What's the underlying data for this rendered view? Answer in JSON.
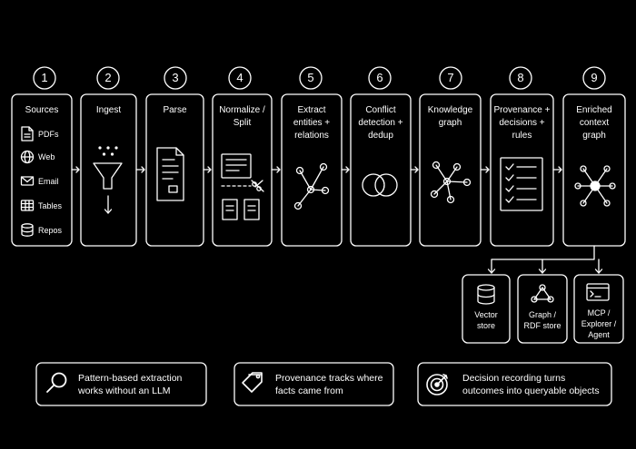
{
  "steps": [
    {
      "number": "1",
      "label": "Sources"
    },
    {
      "number": "2",
      "label": "Ingest"
    },
    {
      "number": "3",
      "label": "Parse"
    },
    {
      "number": "4",
      "label": "Normalize / Split"
    },
    {
      "number": "5",
      "label": "Extract entities + relations"
    },
    {
      "number": "6",
      "label": "Conflict detection + dedup"
    },
    {
      "number": "7",
      "label": "Knowledge graph"
    },
    {
      "number": "8",
      "label": "Provenance + decisions + rules"
    },
    {
      "number": "9",
      "label": "Enriched context graph"
    }
  ],
  "sources": [
    "PDFs",
    "Web",
    "Email",
    "Tables",
    "Repos"
  ],
  "outputs": [
    {
      "label": "Vector store",
      "icon": "database-icon"
    },
    {
      "label": "Graph / RDF store",
      "icon": "triangle-graph-icon"
    },
    {
      "label": "MCP / Explorer / Agent",
      "icon": "terminal-icon"
    }
  ],
  "notes": [
    {
      "text": "Pattern-based extraction works without an LLM",
      "icon": "magnifier-icon"
    },
    {
      "text": "Provenance tracks where facts came from",
      "icon": "tag-icon"
    },
    {
      "text": "Decision recording turns outcomes into queryable objects",
      "icon": "target-icon"
    }
  ],
  "colors": {
    "background": "#000000",
    "stroke": "#ffffff"
  }
}
